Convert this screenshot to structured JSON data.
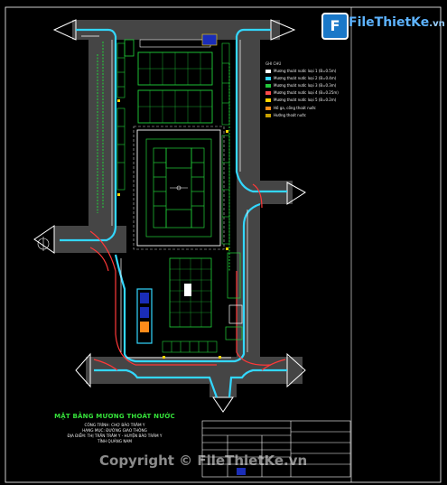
{
  "watermark": {
    "logo_letter": "F",
    "brand": "FileThietKe",
    "brand_ext": ".vn",
    "copyright": "Copyright © FileThietKe.vn"
  },
  "legend": {
    "header": "GHI CHÚ",
    "items": [
      {
        "label": "Mương thoát nước loại 1 (B=0.5m)",
        "color": "#ffffff"
      },
      {
        "label": "Mương thoát nước loại 2 (B=0.4m)",
        "color": "#39d6ff"
      },
      {
        "label": "Mương thoát nước loại 3 (B=0.3m)",
        "color": "#22c83a"
      },
      {
        "label": "Mương thoát nước loại 4 (B=0.25m)",
        "color": "#ff4b4b"
      },
      {
        "label": "Mương thoát nước loại 5 (B=0.2m)",
        "color": "#ffd400"
      },
      {
        "label": "Hố ga, cống thoát nước",
        "color": "#ff8c1a"
      },
      {
        "label": "Hướng thoát nước",
        "color": "#c9a100"
      }
    ]
  },
  "title_block": {
    "title": "MẶT BẰNG MƯƠNG THOÁT NƯỚC",
    "lines": [
      "CÔNG TRÌNH: CHỢ BẢO TRÂM Y",
      "HẠNG MỤC: ĐƯỜNG GIAO THÔNG",
      "ĐỊA ĐIỂM: THỊ TRẤN TRÂM Y - HUYỆN BẢO TRÂM Y",
      "TỈNH QUẢNG NAM"
    ]
  },
  "colors": {
    "road": "#8a8a8a",
    "drain_cyan": "#33d7ff",
    "green": "#21d23a",
    "red": "#ff3838",
    "white": "#ffffff",
    "yellow": "#ffd400"
  }
}
